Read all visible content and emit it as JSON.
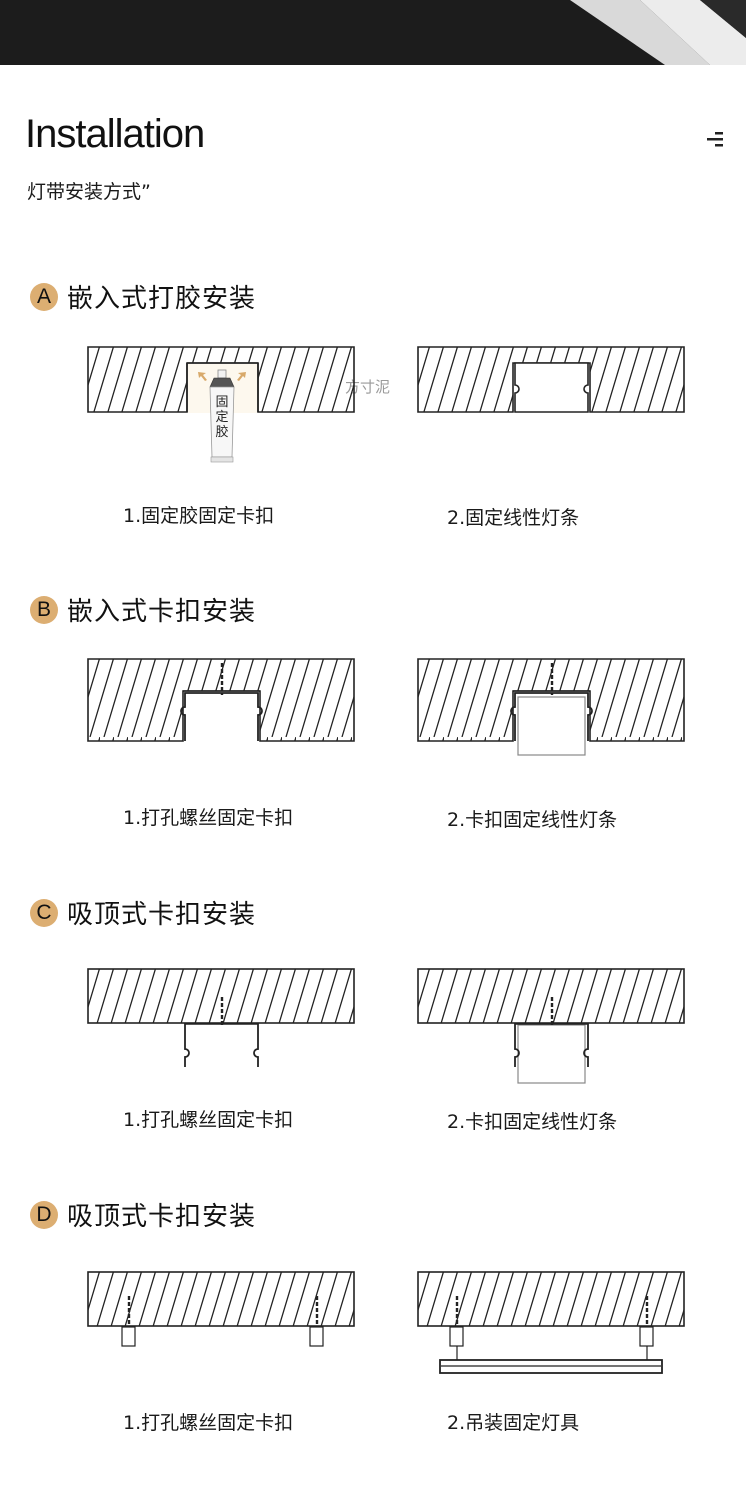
{
  "header": {
    "title_en": "Installation",
    "title_cn": "灯带安装方式”",
    "menu_icon": "menu-icon"
  },
  "watermark": "方寸泥",
  "colors": {
    "hero_bg": "#1c1c1c",
    "badge": "#dcae72",
    "glue_arrow": "#d8a96a",
    "line": "#222222"
  },
  "sections": [
    {
      "badge": "A",
      "title": "嵌入式打胶安装",
      "steps": [
        {
          "caption": "1.固定胶固定卡扣",
          "tube_label": "固定胶"
        },
        {
          "caption": "2.固定线性灯条"
        }
      ]
    },
    {
      "badge": "B",
      "title": "嵌入式卡扣安装",
      "steps": [
        {
          "caption": "1.打孔螺丝固定卡扣"
        },
        {
          "caption": "2.卡扣固定线性灯条"
        }
      ]
    },
    {
      "badge": "C",
      "title": "吸顶式卡扣安装",
      "steps": [
        {
          "caption": "1.打孔螺丝固定卡扣"
        },
        {
          "caption": "2.卡扣固定线性灯条"
        }
      ]
    },
    {
      "badge": "D",
      "title": "吸顶式卡扣安装",
      "steps": [
        {
          "caption": "1.打孔螺丝固定卡扣"
        },
        {
          "caption": "2.吊装固定灯具"
        }
      ]
    }
  ]
}
